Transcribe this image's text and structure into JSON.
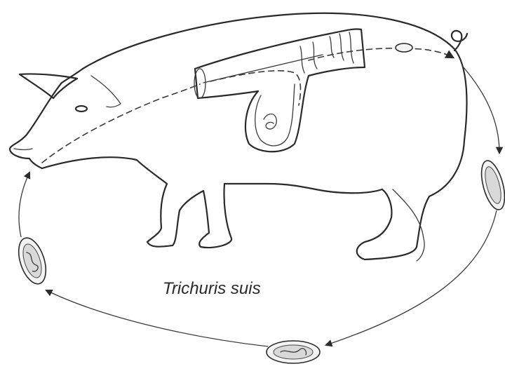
{
  "diagram": {
    "species_name": "Trichuris suis",
    "ink_color": "#2a2a2a",
    "background_color": "#ffffff",
    "subjects": {
      "host": "pig-outline",
      "organ": "intestine-cutaway",
      "stages": [
        "embryonated-egg",
        "developing-egg",
        "unembryonated-egg",
        "larvated-egg",
        "ingested-egg"
      ]
    }
  }
}
